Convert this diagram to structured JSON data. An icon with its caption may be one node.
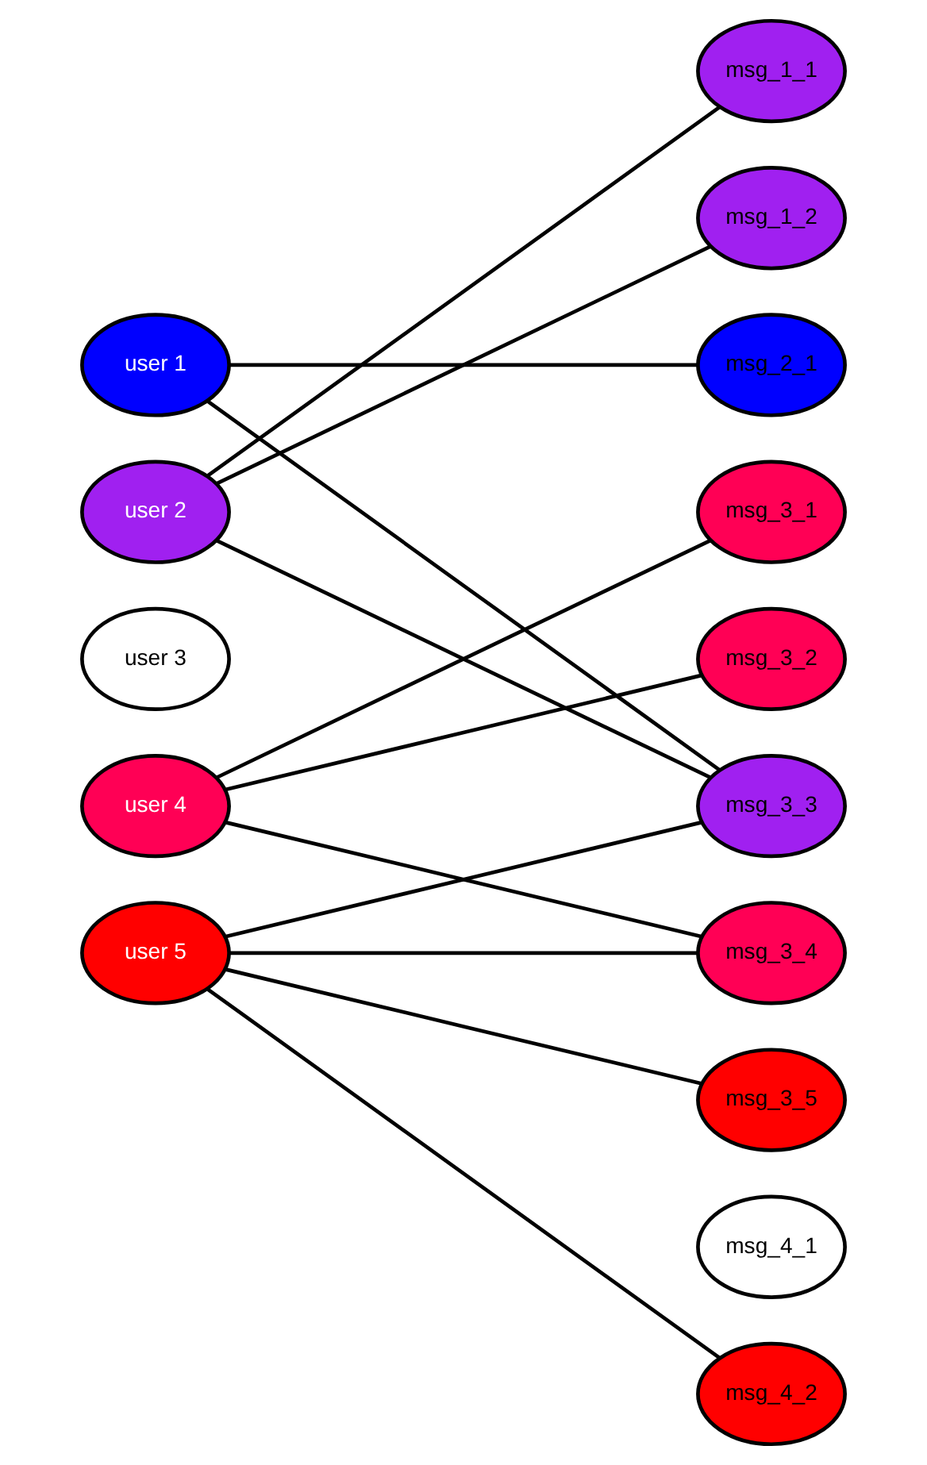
{
  "diagram": {
    "nodes": [
      {
        "text": [
          "user 1"
        ]
      },
      {
        "text": [
          "user 2"
        ]
      },
      {
        "text": [
          "user 3"
        ]
      },
      {
        "text": [
          "user 4"
        ]
      },
      {
        "text": [
          "user 5"
        ]
      },
      {
        "text": [
          "msg_1_1"
        ]
      },
      {
        "text": [
          "msg_1_2"
        ]
      },
      {
        "text": [
          "msg_2_1"
        ]
      },
      {
        "text": [
          "msg_3_1"
        ]
      },
      {
        "text": [
          "msg_3_2"
        ]
      },
      {
        "text": [
          "msg_3_3"
        ]
      },
      {
        "text": [
          "msg_3_4"
        ]
      },
      {
        "text": [
          "msg_3_5"
        ]
      },
      {
        "text": [
          "msg_4_1"
        ]
      },
      {
        "text": [
          "msg_4_2"
        ]
      }
    ],
    "edges": [
      {
        "from": 0,
        "to": 7,
        "arrow": "none"
      },
      {
        "from": 0,
        "to": 10,
        "arrow": "none"
      },
      {
        "from": 1,
        "to": 5,
        "arrow": "none"
      },
      {
        "from": 1,
        "to": 6,
        "arrow": "none"
      },
      {
        "from": 1,
        "to": 10,
        "arrow": "none"
      },
      {
        "from": 3,
        "to": 8,
        "arrow": "none"
      },
      {
        "from": 3,
        "to": 9,
        "arrow": "none"
      },
      {
        "from": 3,
        "to": 11,
        "arrow": "none"
      },
      {
        "from": 4,
        "to": 10,
        "arrow": "none"
      },
      {
        "from": 4,
        "to": 11,
        "arrow": "none"
      },
      {
        "from": 4,
        "to": 12,
        "arrow": "none"
      },
      {
        "from": 4,
        "to": 14,
        "arrow": "none"
      }
    ]
  }
}
